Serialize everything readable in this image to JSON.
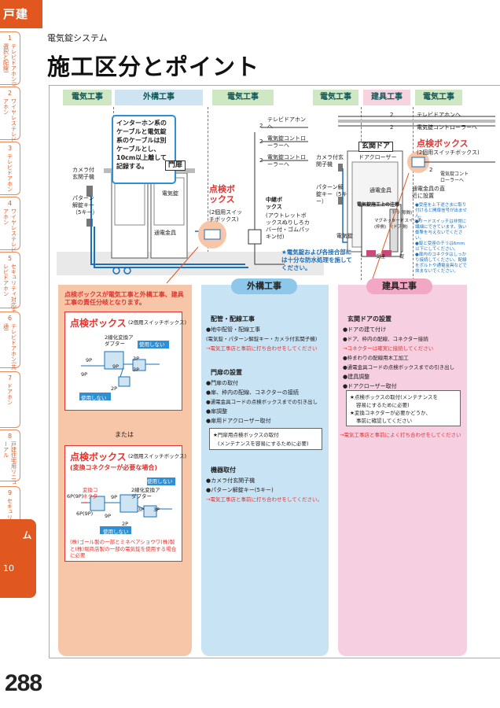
{
  "sidebar": {
    "header": "戸建",
    "tabs": [
      {
        "num": "1",
        "label": "テレビドアホン(ご選択と配線)"
      },
      {
        "num": "2",
        "label": "ワイヤレステレビドアホン"
      },
      {
        "num": "3",
        "label": "テレビドアホン"
      },
      {
        "num": "4",
        "label": "ワイヤレステレビドアホン"
      },
      {
        "num": "5",
        "label": "セキュリティ対応テレビドアホン"
      },
      {
        "num": "6",
        "label": "テレビドアホン(共通)"
      },
      {
        "num": "7",
        "label": "ドアホン"
      },
      {
        "num": "8",
        "label": "戸建住宅用リニューアル"
      },
      {
        "num": "9",
        "label": "セキュリティセンサー"
      }
    ],
    "active": {
      "num": "10",
      "label": "電気錠システム"
    }
  },
  "page_number": "288",
  "subtitle": "電気錠システム",
  "title": "施工区分とポイント",
  "top_bar": {
    "left": [
      "電気工事",
      "外構工事",
      "電気工事"
    ],
    "right": [
      "電気工事",
      "建具工事",
      "電気工事"
    ]
  },
  "diagram_left": {
    "callout": "インターホン系のケーブルと電気錠系のケーブルは別ケーブルとし、10cm以上離して記録する。",
    "gate": "門扉",
    "camera": "カメラ付玄関子機",
    "pattern_key": "パターン解錠キー（5キー）",
    "electric_lock": "電気錠",
    "hardware": "通電金具",
    "inspection_box_title": "点検ボックス",
    "inspection_box_sub": "(2個用スイッチボックス)",
    "relay_box_title": "中継ボックス",
    "relay_box_sub": "(アウトレットボックスぬりしろカバー付・ゴムパッキン付)",
    "tv_door": "テレビドアホンへ",
    "controller1": "電気錠コントローラーへ",
    "controller2": "電気錠コントローラーへ",
    "n2a": "2",
    "n2b": "2",
    "n2c": "2",
    "waterproof_note": "★電気錠および各接合部には十分な防水処理を施してください。"
  },
  "diagram_right": {
    "tv_door": "テレビドアホンへ",
    "controller": "電気錠コントローラーへ",
    "n2a": "2",
    "n2b": "2",
    "entrance": "玄関ドア",
    "door_closer": "ドアクローザー",
    "camera": "カメラ付玄関子機",
    "pattern_key": "パターン解錠キー（5キー）",
    "electric_lock": "電気錠",
    "hardware": "通電金具",
    "inspection_box_title": "点検ボックス",
    "inspection_box_sub": "(2個用スイッチボックス)",
    "hw_cord": "通電金具の直近に設置",
    "controller_small": "電気錠コントローラーへ",
    "n2c": "2",
    "note_title": "電気錠施工上の注意",
    "notes": [
      "●受座を上下逆さまに取り付けると開扉信号が出ません。",
      "●リードスイッチは非常に繊細にできています。強い衝撃を与えないでください。",
      "●錠と受座のチリは6mm以下にしてください。",
      "●扉内のコネクタはしっかり接続してください。配線をボルトや通電金具などで挟まないでください。"
    ],
    "side_labels": [
      "チリ(隙間)",
      "リードスイッチ",
      "(ドア側)",
      "マグネット",
      "(枠側)",
      "受座",
      "錠"
    ]
  },
  "left_section": {
    "heading": "点検ボックスが電気工事と外構工事、建具工事の責任分岐となります。",
    "box1_title": "点検ボックス",
    "box1_sub": "(2個用スイッチボックス)",
    "box1_labels": [
      "2線化変換アダプター",
      "使用しない",
      "9P",
      "9P",
      "3P",
      "2P",
      "3P",
      "使用しない",
      "9P"
    ],
    "or": "または",
    "box2_title": "点検ボックス",
    "box2_sub": "(2個用スイッチボックス)",
    "box2_subtitle": "(変換コネクターが必要な場合)",
    "box2_labels": [
      "使用しない",
      "変換コネクター",
      "2線化変換アダプター",
      "6P(9P)",
      "9P",
      "6P(9P)",
      "9P",
      "3P",
      "3P",
      "2P",
      "使用しない"
    ],
    "box2_note": "(株)ゴール製の一部とミネベアショウワ(株)製と(株)堀商店製の一部の電気錠を使用する場合に必要"
  },
  "mid_section": {
    "pill": "外構工事",
    "h1": "配管・配線工事",
    "l1": [
      "●地中配管・配線工事",
      "(電気錠・パターン解錠キー・カメラ付玄関子機)",
      "→電気工事店と事前に打ち合わせをしてください"
    ],
    "h2": "門扉の設置",
    "l2": [
      "●門扉の取付",
      "●扉、枠内の配線、コネクターの接続",
      "●通電金具コードの点検ボックスまでの引き出し",
      "●扉調整",
      "●扉用ドアクローザー取付"
    ],
    "box": [
      "★門扉用点検ボックスの取付",
      "(メンテナンスを容易にするために必要)"
    ],
    "h3": "機器取付",
    "l3": [
      "●カメラ付玄関子機",
      "●パターン解錠キー(5キー)",
      "→電気工事店と事前に打ち合わせをしてください。"
    ]
  },
  "right_section": {
    "pill": "建具工事",
    "h1": "玄関ドアの設置",
    "l1": [
      "●ドアの建て付け",
      "●ドア、枠内の配線、コネクター接続",
      "→コネクターは確実に接続してください",
      "●枠まわりの配線用木工加工",
      "●通電金具コードの点検ボックスまでの引き出し",
      "●建具調整",
      "●ドアクローザー取付"
    ],
    "box": [
      "★点検ボックスの取付(メンテナンスを",
      "容易にするために必要)",
      "★変換コネクターが必要かどうか、",
      "事前に確認してください"
    ],
    "footer": "→電気工事店と事前によく打ち合わせをしてください"
  },
  "colors": {
    "accent": "#e0581f",
    "red": "#e2342f",
    "section_left": "#f7c6a8",
    "section_mid": "#c8e3f4",
    "section_right": "#f6cfe0"
  }
}
